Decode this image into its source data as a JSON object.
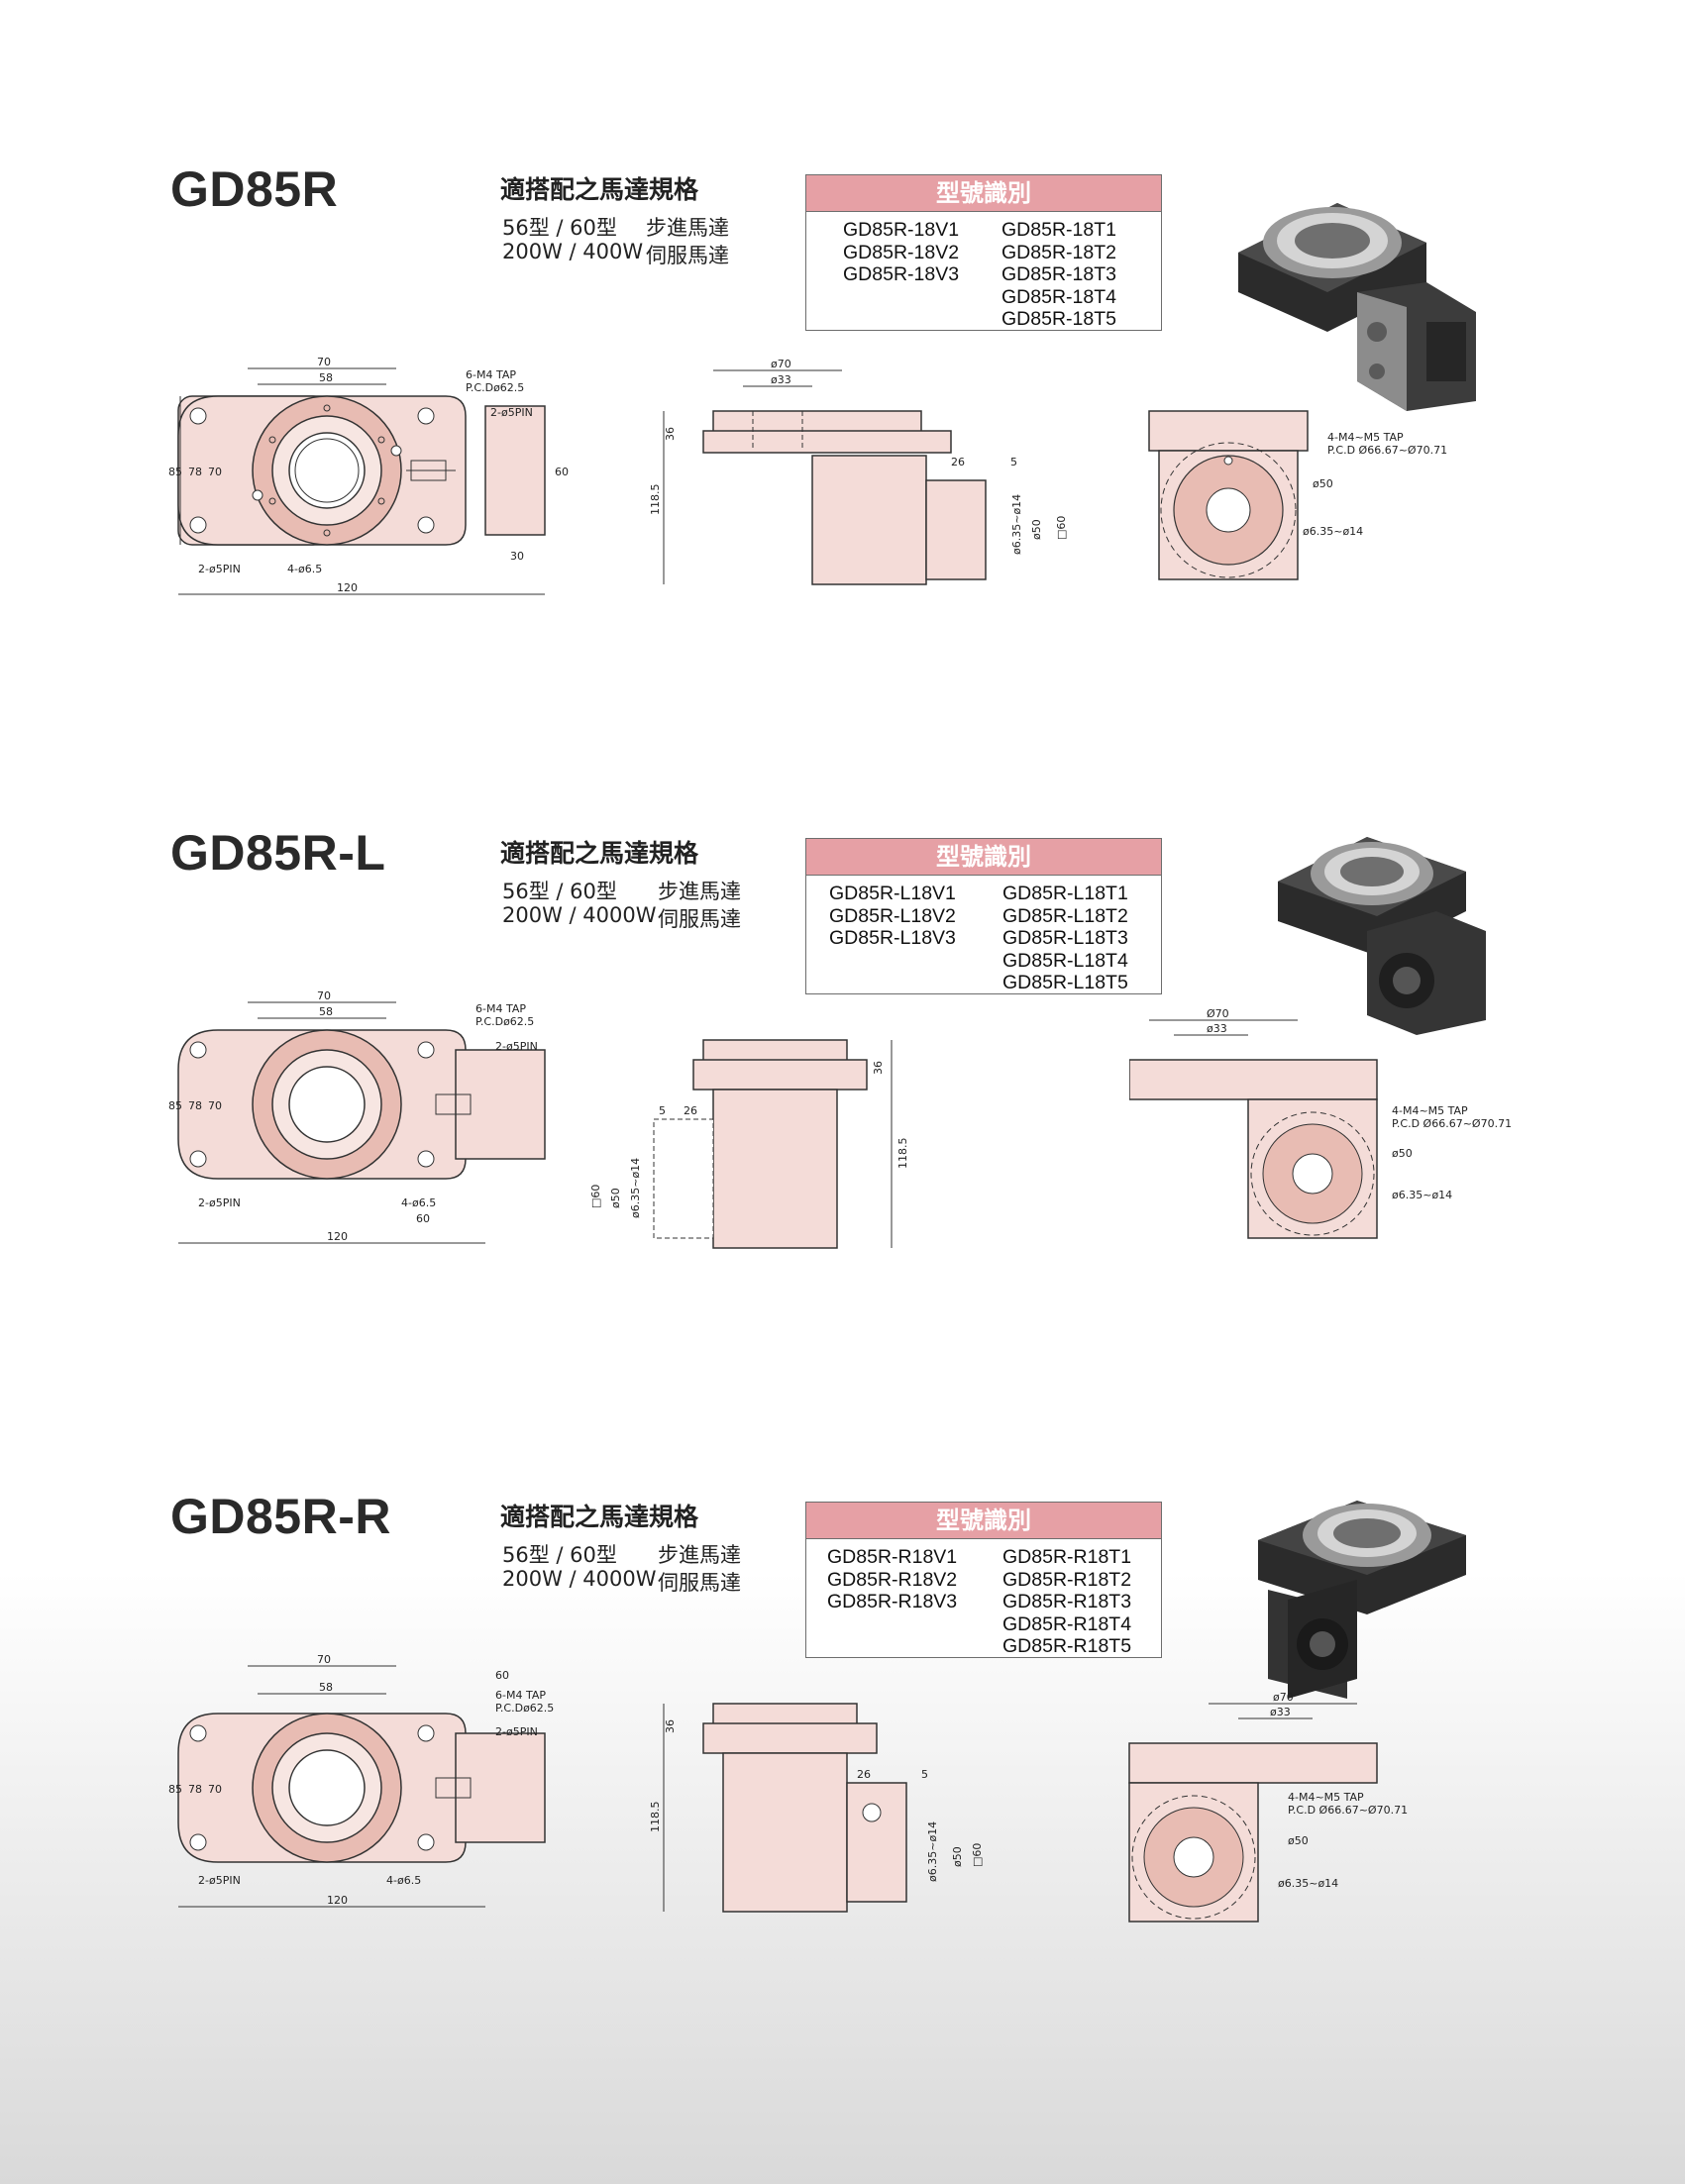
{
  "sections": [
    {
      "title": "GD85R",
      "spec_heading": "適搭配之馬達規格",
      "spec_row1_size": "56型  /  60型",
      "spec_row1_type": "步進馬達",
      "spec_row2_size": "200W / 400W",
      "spec_row2_type": "伺服馬達",
      "code_header": "型號識別",
      "codes_left": [
        "GD85R-18V1",
        "GD85R-18V2",
        "GD85R-18V3"
      ],
      "codes_right": [
        "GD85R-18T1",
        "GD85R-18T2",
        "GD85R-18T3",
        "GD85R-18T4",
        "GD85R-18T5"
      ],
      "dims_top": {
        "w70": "70",
        "w58": "58",
        "tap": "6-M4  TAP",
        "pcd": "P.C.Dø62.5",
        "pin_top": "2-ø5PIN",
        "h85": "85",
        "h78": "78",
        "h70": "70",
        "h60": "60",
        "w30": "30",
        "pin_bot": "2-ø5PIN",
        "hole": "4-ø6.5",
        "w120": "120"
      },
      "dims_side": {
        "d70": "ø70",
        "d33": "ø33",
        "h36": "36",
        "h118": "118.5",
        "w26": "26",
        "w5": "5",
        "bore": "ø6.35~ø14",
        "d50": "ø50",
        "sq60": "□60"
      },
      "dims_front": {
        "tap": "4-M4~M5  TAP",
        "pcd": "P.C.D  Ø66.67~Ø70.71",
        "d50": "ø50",
        "bore": "ø6.35~ø14"
      }
    },
    {
      "title": "GD85R-L",
      "spec_heading": "適搭配之馬達規格",
      "spec_row1_size": "56型  /  60型",
      "spec_row1_type": "步進馬達",
      "spec_row2_size": "200W / 4000W",
      "spec_row2_type": "伺服馬達",
      "code_header": "型號識別",
      "codes_left": [
        "GD85R-L18V1",
        "GD85R-L18V2",
        "GD85R-L18V3"
      ],
      "codes_right": [
        "GD85R-L18T1",
        "GD85R-L18T2",
        "GD85R-L18T3",
        "GD85R-L18T4",
        "GD85R-L18T5"
      ],
      "dims_top": {
        "w70": "70",
        "w58": "58",
        "tap": "6-M4  TAP",
        "pcd": "P.C.Dø62.5",
        "pin_top": "2-ø5PIN",
        "h85": "85",
        "h78": "78",
        "h70": "70",
        "pin_bot": "2-ø5PIN",
        "hole": "4-ø6.5",
        "w60": "60",
        "w120": "120"
      },
      "dims_side": {
        "h36": "36",
        "h118": "118.5",
        "w5": "5",
        "w26": "26",
        "sq60": "□60",
        "d50": "ø50",
        "bore": "ø6.35~ø14"
      },
      "dims_front": {
        "d70": "Ø70",
        "d33": "ø33",
        "tap": "4-M4~M5  TAP",
        "pcd": "P.C.D  Ø66.67~Ø70.71",
        "d50": "ø50",
        "bore": "ø6.35~ø14"
      }
    },
    {
      "title": "GD85R-R",
      "spec_heading": "適搭配之馬達規格",
      "spec_row1_size": "56型  /  60型",
      "spec_row1_type": "步進馬達",
      "spec_row2_size": "200W / 4000W",
      "spec_row2_type": "伺服馬達",
      "code_header": "型號識別",
      "codes_left": [
        "GD85R-R18V1",
        "GD85R-R18V2",
        "GD85R-R18V3"
      ],
      "codes_right": [
        "GD85R-R18T1",
        "GD85R-R18T2",
        "GD85R-R18T3",
        "GD85R-R18T4",
        "GD85R-R18T5"
      ],
      "dims_top": {
        "w70": "70",
        "w60": "60",
        "w58": "58",
        "tap": "6-M4  TAP",
        "pcd": "P.C.Dø62.5",
        "pin_top": "2-ø5PIN",
        "h85": "85",
        "h78": "78",
        "h70": "70",
        "pin_bot": "2-ø5PIN",
        "hole": "4-ø6.5",
        "w120": "120"
      },
      "dims_side": {
        "h36": "36",
        "h118": "118.5",
        "w26": "26",
        "w5": "5",
        "bore": "ø6.35~ø14",
        "d50": "ø50",
        "sq60": "□60"
      },
      "dims_front": {
        "d70": "ø70",
        "d33": "ø33",
        "tap": "4-M4~M5  TAP",
        "pcd": "P.C.D  Ø66.67~Ø70.71",
        "d50": "ø50",
        "bore": "ø6.35~ø14"
      }
    }
  ],
  "colors": {
    "accent_pink": "#e6a0a5",
    "part_pink": "#f4dcd8",
    "ring_pink": "#e8bcb3",
    "line": "#333333"
  }
}
